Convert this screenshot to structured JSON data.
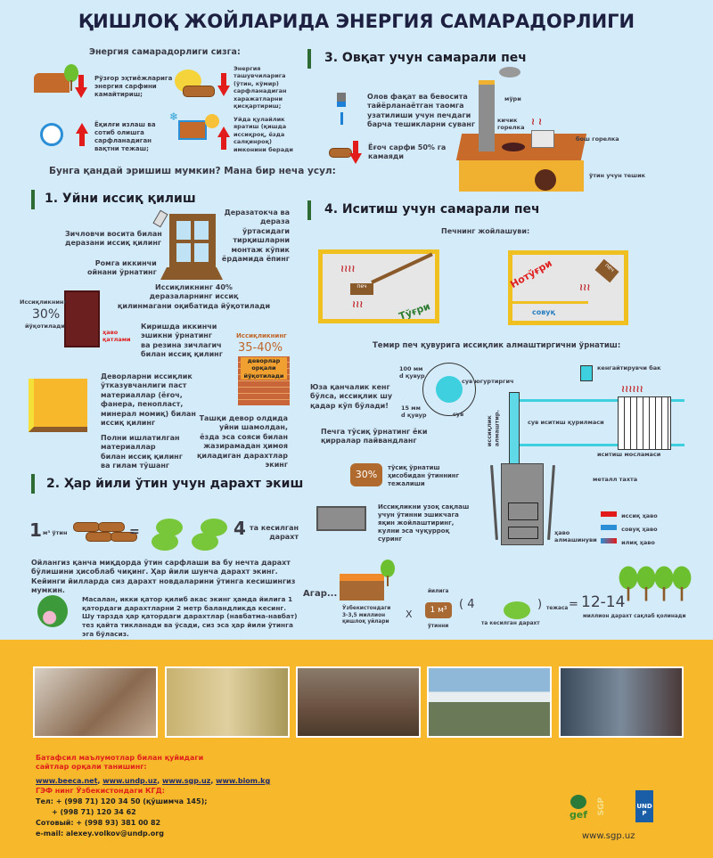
{
  "title": "ҚИШЛОҚ ЖОЙЛАРИДА ЭНЕРГИЯ САМАРАДОРЛИГИ",
  "intro": {
    "heading": "Энергия самарадорлиги сизга:",
    "benefits": [
      {
        "text": "Рўзғор эҳтиёжларига\nэнергия сарфини\nкамайтириш;",
        "icon": "house-arrow-down-icon"
      },
      {
        "text": "Энергия\nташувчиларига\n(ўтин, кўмир)\nсарфланадиган\nхаражатларни\nқисқартириш;",
        "icon": "coal-log-arrow-down-icon"
      },
      {
        "text": "Ёқилғи излаш ва\nсотиб олишга\nсарфланадиган\nвақтни тежаш;",
        "icon": "alarm-clock-arrow-up-icon"
      },
      {
        "text": "Уйда қулайлик\nяратиш (қишда\nиссиқроқ, ёзда\nсалқинроқ)\nимконини беради",
        "icon": "comfort-house-arrow-up-icon"
      }
    ],
    "question": "Бунга қандай эришиш мумкин? Мана бир неча усул:"
  },
  "s1": {
    "title": "1. Уйни иссиқ қилиш",
    "sealant": "Зичловчи восита билан\nдеразани иссиқ қилинг",
    "sill": "Деразатокча ва\nдераза ўртасидаги\nтирқишларни\nмонтаж кўпик\nёрдамида ёпинг",
    "frame": "Ромга иккинчи\nойнани ўрнатинг",
    "window_loss": "Иссиқликнинг 40%\nдеразаларнинг иссиқ\nқилинмагани оқибатида йўқотилади",
    "door_loss_label": "Иссиқликнинг",
    "door_loss_pct": "30%",
    "door_loss_suffix": "йўқотилади",
    "air_layer": "ҳаво\nқатлами",
    "door": "Киришда иккинчи\nэшикни ўрнатинг\nва резина зичлагич\nбилан иссиқ қилинг",
    "wall_loss_label": "Иссиқликнинг",
    "wall_loss_pct": "35-40%",
    "wall_loss_text": "деворлар\nорқали\nйўқотилади",
    "walls": "Деворларни иссиқлик\nўтказувчанлиги паст\nматериаллар (ёғоч,\nфанера, пенопласт,\nминерал момиқ) билан\nиссиқ қилинг",
    "floor": "Полни ишлатилган\nматериаллар\nбилан иссиқ қилинг\nва гилам тўшанг",
    "trees": "Ташқи девор олдида\nуйни шамолдан,\nёзда эса сояси билан\nжазирамадан ҳимоя\nқиладиган дарахтлар\nэкинг"
  },
  "s2": {
    "title": "2. Ҳар йили ўтин учун дарахт экиш",
    "one": "1",
    "unit": "м³ ўтин",
    "eq": "=",
    "four": "4",
    "trees_label": "та кесилган\nдарахт",
    "para1": "Ойлангиз қанча миқдорда ўтин сарфлаши ва бу нечта дарахт бўлишини ҳисоблаб чиқинг. Ҳар йили шунча дарахт экинг. Кейинги йилларда сиз дарахт новдаларини ўтинга кесишингиз мумкин.",
    "para2": "Масалан, икки қатор қилиб акас экинг ҳамда йилига 1 қатордаги дарахтларни 2 метр баландликда кесинг. Шу тарзда ҳар қатордаги дарахтлар (навбатма-навбат) тез қайта тикланади ва ўсади, сиз эса ҳар йили ўтинга эга бўласиз."
  },
  "s3": {
    "title": "3. Овқат учун самарали печ",
    "seal": "Олов фақат ва бевосита\nтайёрланаётган таомга\nузатилиши учун печдаги\nбарча тешикларни суванг",
    "wood": "Ёғоч сарфи 50% га\nкамаяди",
    "chimney": "мўри",
    "small": "кичик\nгорелка",
    "empty": "бош горелка",
    "hole": "ўтин учун тешик"
  },
  "s4": {
    "title": "4. Иситиш учун самарали печ",
    "placement": "Печнинг жойлашуви:",
    "stove": "печ",
    "right": "Тўғри",
    "wrong": "Нотўғри",
    "cold": "совуқ",
    "exchanger_title": "Темир печ қувурига иссиқлик алмаштиргични ўрнатиш:",
    "pipe100": "100 мм\nd қувур",
    "pipe15": "15 мм\nd қувур",
    "water": "сув",
    "mixer": "сув югуртиргич",
    "surface": "Юза қанчалик кенг\nбўлса, иссиқлик шу\nқадар кўп бўлади!",
    "tank": "кенгайтирувчи бак",
    "heating_unit": "сув иситиш қурилмаси",
    "radiator": "иситиш мосламаси",
    "exchanger": "иссиқлик\nалмаштир.",
    "baffle": "Печга тўсиқ ўрнатинг ёки\nқирралар пайвандланг",
    "baffle_pct": "30%",
    "baffle_save": "тўсиқ ўрнатиш\nҳисобидан ўтиннинг\nтежалиши",
    "plate": "металл тахта",
    "keep": "Иссиқликни узоқ сақлаш\nучун ўтинни эшикчага\nяқин жойлаштиринг,\nкулни эса чуқурроқ\nсуринг",
    "air_exchange": "ҳаво\nалмашинуви",
    "legend": [
      {
        "label": "иссиқ ҳаво",
        "color": "#e21b1b"
      },
      {
        "label": "совуқ ҳаво",
        "color": "#2a8fd6"
      },
      {
        "label": "илиқ ҳаво",
        "color": "#e21b1b"
      }
    ]
  },
  "calc": {
    "if": "Агар...",
    "houses": "Ўзбекистондаги\n3-3,5 миллион\nқишлоқ уйлари",
    "x": "X",
    "yearly": "йилига",
    "m3": "1 м³",
    "wood": "ўтинни",
    "open": "( 4",
    "cut": "та кесилган дарахт",
    "close": ")",
    "saves": "тежаса",
    "eq": "=",
    "result": "12-14",
    "result_label": "миллион дарахт сақлаб қолинади"
  },
  "footer": {
    "info": "Батафсил маълумотлар билан қуйидаги\nсайтлар орқали танишинг:",
    "links": [
      "www.beeca.net",
      "www.undp.uz",
      "www.sgp.uz",
      "www.biom.kg"
    ],
    "gef": "ГЭФ нинг Ўзбекистондаги КГД:",
    "tel1": "Тел: + (998 71) 120 34 50 (қўшимча 145);",
    "tel2": "+ (998 71) 120 34 62",
    "mobile": "Сотовый: + (998 93) 381 00 82",
    "email": "e-mail: alexey.volkov@undp.org",
    "logos": [
      "gef",
      "SGP",
      "UNDP"
    ],
    "site": "www.sgp.uz"
  }
}
